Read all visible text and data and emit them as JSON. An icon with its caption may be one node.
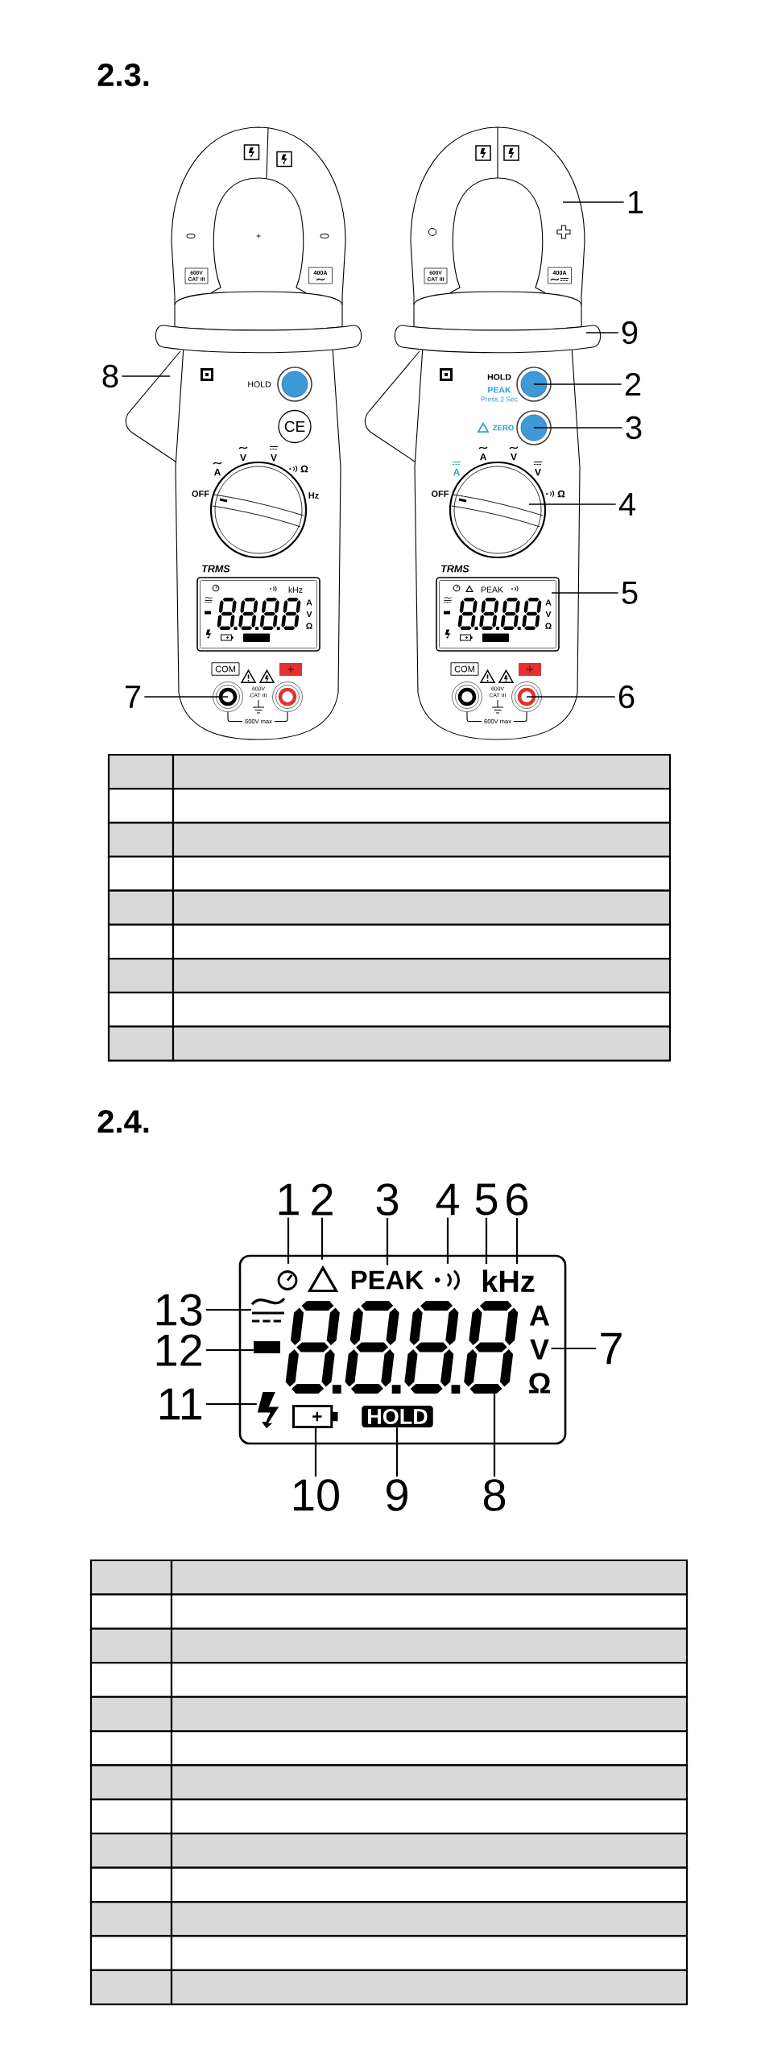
{
  "diagram": {
    "nodes": [
      {
        "text": [],
        "shape": "picture"
      },
      {
        "text": [
          "600V CAT III"
        ],
        "in": 0
      },
      {
        "text": [
          "400A"
        ],
        "in": 0
      },
      {
        "text": [],
        "shape": "bar"
      },
      {
        "text": [
          "8"
        ]
      },
      {
        "text": [],
        "shape": "picture"
      },
      {
        "text": [],
        "shape": "circle",
        "beside": [
          "HOLD"
        ]
      },
      {
        "text": [
          "CE"
        ]
      },
      {
        "text": [],
        "shape": "circle",
        "beside": [
          "V",
          "V",
          "A",
          "Ω",
          "OFF",
          "Hz"
        ]
      },
      {
        "text": [
          "kHz",
          "A",
          "V",
          "Ω"
        ],
        "beside": [
          "TRMS"
        ]
      },
      {
        "text": [
          "COM"
        ]
      },
      {
        "text": [
          "7"
        ]
      },
      {
        "text": [],
        "shape": "circle"
      },
      {
        "text": [],
        "shape": "circle"
      },
      {
        "text": [
          "1"
        ]
      },
      {
        "text": [],
        "shape": "picture"
      },
      {
        "text": [
          "600V CAT III"
        ],
        "in": 15
      },
      {
        "text": [
          "400A"
        ],
        "in": 15
      },
      {
        "text": [
          "9"
        ]
      },
      {
        "text": [],
        "shape": "bar"
      },
      {
        "text": [],
        "shape": "picture"
      },
      {
        "text": [
          "2"
        ]
      },
      {
        "text": [],
        "shape": "circle",
        "beside": [
          "HOLD",
          "PEAK",
          "Press 2 Sec"
        ]
      },
      {
        "text": [
          "3"
        ]
      },
      {
        "text": [],
        "shape": "circle",
        "beside": [
          "ZERO"
        ]
      },
      {
        "text": [
          "4"
        ]
      },
      {
        "text": [],
        "shape": "circle",
        "beside": [
          "A",
          "V",
          "A",
          "V",
          "OFF",
          "Ω"
        ]
      },
      {
        "text": [
          "5"
        ]
      },
      {
        "text": [
          "PEAK",
          "A",
          "V",
          "Ω"
        ],
        "beside": [
          "TRMS"
        ]
      },
      {
        "text": [
          "COM"
        ]
      },
      {
        "text": [],
        "shape": "circle"
      },
      {
        "text": [
          "6"
        ]
      },
      {
        "text": [],
        "shape": "circle"
      },
      {
        "text": [
          "1"
        ]
      },
      {
        "text": [
          "2"
        ]
      },
      {
        "text": [
          "3"
        ]
      },
      {
        "text": [
          "4"
        ]
      },
      {
        "text": [
          "5"
        ]
      },
      {
        "text": [
          "6"
        ]
      },
      {
        "text": [],
        "shape": "box"
      },
      {
        "text": [],
        "shape": "picture",
        "in": 39
      },
      {
        "text": [],
        "shape": "triangle",
        "in": 39
      },
      {
        "text": [
          "PEAK"
        ],
        "in": 39
      },
      {
        "text": [],
        "shape": "picture",
        "in": 39
      },
      {
        "text": [
          "kHz"
        ],
        "in": 39
      },
      {
        "text": [
          "13"
        ]
      },
      {
        "text": [],
        "shape": "picture",
        "in": 39
      },
      {
        "text": [
          "12"
        ]
      },
      {
        "text": [],
        "shape": "bar",
        "in": 39
      },
      {
        "text": [],
        "shape": "picture",
        "in": 39
      },
      {
        "text": [
          "A",
          "V",
          "Ω"
        ],
        "in": 39
      },
      {
        "text": [
          "7"
        ]
      },
      {
        "text": [
          "11"
        ]
      },
      {
        "text": [],
        "shape": "picture",
        "in": 39
      },
      {
        "text": [],
        "shape": "picture",
        "in": 39
      },
      {
        "text": [
          "HOLD"
        ],
        "in": 39
      },
      {
        "text": [
          "10"
        ]
      },
      {
        "text": [
          "9"
        ]
      },
      {
        "text": [
          "8"
        ]
      }
    ],
    "edges": [
      {
        "from": 4,
        "to": 5,
        "arrow": "none"
      },
      {
        "from": 11,
        "to": 12,
        "arrow": "none"
      },
      {
        "from": 14,
        "to": 15,
        "arrow": "none"
      },
      {
        "from": 18,
        "to": 19,
        "arrow": "none"
      },
      {
        "from": 21,
        "to": 22,
        "arrow": "none"
      },
      {
        "from": 23,
        "to": 24,
        "arrow": "none"
      },
      {
        "from": 25,
        "to": 26,
        "arrow": "none"
      },
      {
        "from": 27,
        "to": 28,
        "arrow": "none"
      },
      {
        "from": 31,
        "to": 32,
        "arrow": "none"
      },
      {
        "from": 33,
        "to": 40,
        "arrow": "none"
      },
      {
        "from": 34,
        "to": 41,
        "arrow": "none"
      },
      {
        "from": 35,
        "to": 42,
        "arrow": "none"
      },
      {
        "from": 36,
        "to": 43,
        "arrow": "none"
      },
      {
        "from": 37,
        "to": 44,
        "arrow": "none"
      },
      {
        "from": 38,
        "to": 44,
        "arrow": "none"
      },
      {
        "from": 45,
        "to": 46,
        "arrow": "none"
      },
      {
        "from": 47,
        "to": 48,
        "arrow": "none"
      },
      {
        "from": 51,
        "to": 50,
        "arrow": "none"
      },
      {
        "from": 52,
        "to": 53,
        "arrow": "none"
      },
      {
        "from": 56,
        "to": 54,
        "arrow": "none"
      },
      {
        "from": 57,
        "to": 55,
        "arrow": "none"
      },
      {
        "from": 58,
        "to": 49,
        "arrow": "none"
      }
    ],
    "labels": [
      "2.3.",
      "600V CAT III",
      "600V CAT III",
      "600V max",
      "600V max",
      "2.4."
    ]
  }
}
